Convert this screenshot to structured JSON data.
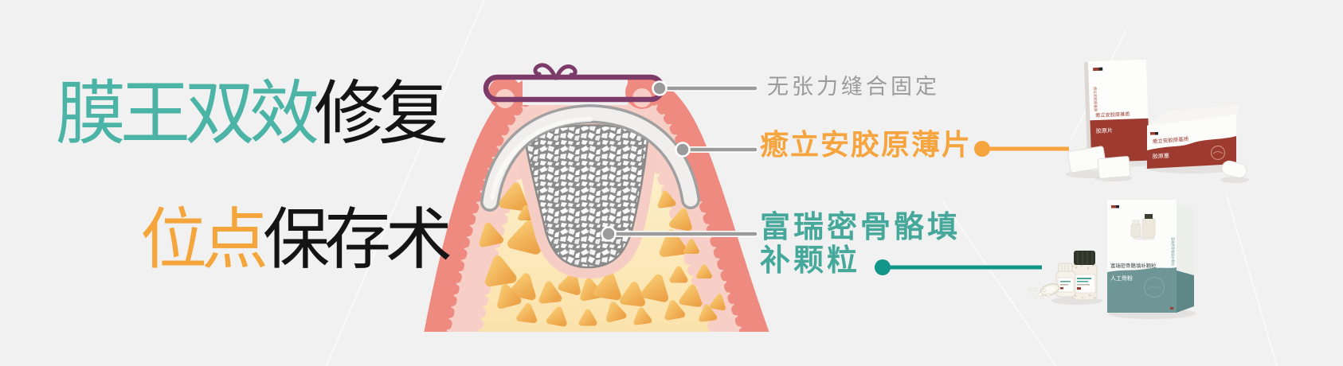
{
  "banner": {
    "title": {
      "line1_highlight": "膜王双效",
      "line1_rest": "修复",
      "line2_highlight": "位点",
      "line2_rest": "保存术"
    },
    "callouts": {
      "suture": {
        "label": "无张力缝合固定"
      },
      "membrane": {
        "label": "癒立安胶原薄片"
      },
      "graft": {
        "label_line1": "富瑞密骨骼填",
        "label_line2": "补颗粒"
      }
    },
    "products": {
      "collagen_box_back": {
        "title": "癒立安胶原基质",
        "subtitle": "胶原片"
      },
      "collagen_box_front": {
        "title": "癒立安胶原基质",
        "subtitle": "胶原塞"
      },
      "bone_box": {
        "title": "富瑞密骨骼填补颗粒",
        "subtitle": "人工骨粉"
      }
    },
    "colors": {
      "background": "#f1f1f2",
      "title_teal": "#4bb4a6",
      "title_orange": "#f4a63c",
      "title_black": "#141414",
      "label_gray": "#9b9b9b",
      "label_orange": "#f5a43e",
      "label_teal": "#45a89a",
      "connector_teal": "#12968a",
      "suture_purple": "#7d3b69",
      "gum_outer": "#ee8a80",
      "gum_inner": "#f7cfc6",
      "bone_light": "#fdf0cb",
      "bone_spot": "#f3b65a",
      "membrane_fill": "#f0efee",
      "membrane_edge": "#a0a0a0",
      "graft_gray": "#8c8c8c",
      "box_red": "#9d3b31",
      "box_teal": "#6f9697"
    }
  }
}
